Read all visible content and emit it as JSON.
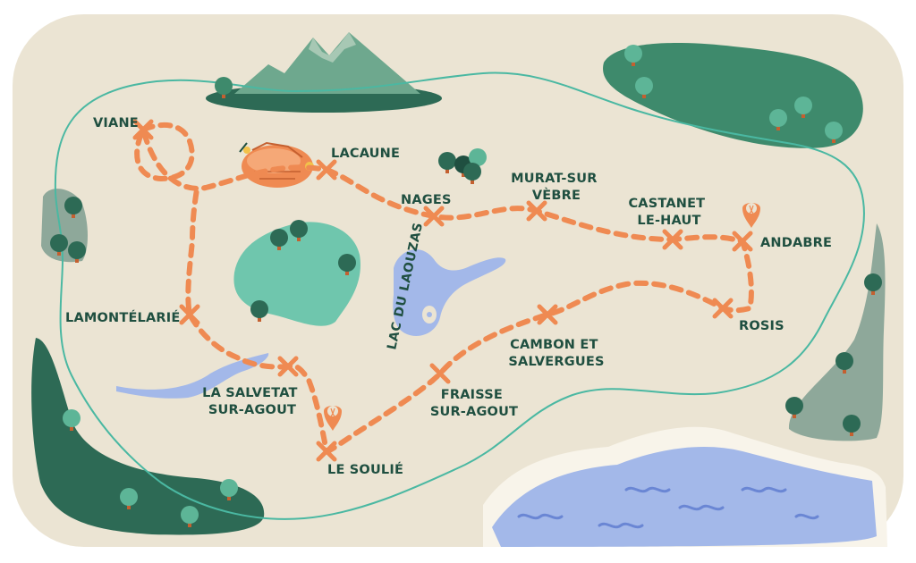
{
  "map": {
    "colors": {
      "background": "#ebe4d3",
      "route": "#ef8a52",
      "label": "#1f4f40",
      "water": "#a3b8e9",
      "pond": "#6fc6ad",
      "forest_dark": "#2d6a55",
      "forest_mid": "#3e8a6c",
      "hill_grey": "#8ea89a",
      "border_line": "#4ab8a2"
    },
    "icons": [
      "mountain-icon",
      "tree-icon",
      "hiker-icon",
      "cross-marker-icon",
      "landmark-building-icon"
    ],
    "places": [
      {
        "id": "viane",
        "line1": "VIANE",
        "line2": ""
      },
      {
        "id": "lacaune",
        "line1": "LACAUNE",
        "line2": ""
      },
      {
        "id": "nages",
        "line1": "NAGES",
        "line2": ""
      },
      {
        "id": "murat",
        "line1": "MURAT-SUR",
        "line2": "VÈBRE"
      },
      {
        "id": "castanet",
        "line1": "CASTANET",
        "line2": "LE-HAUT"
      },
      {
        "id": "andabre",
        "line1": "ANDABRE",
        "line2": ""
      },
      {
        "id": "rosis",
        "line1": "ROSIS",
        "line2": ""
      },
      {
        "id": "cambon",
        "line1": "CAMBON ET",
        "line2": "SALVERGUES"
      },
      {
        "id": "fraisse",
        "line1": "FRAISSE",
        "line2": "SUR-AGOUT"
      },
      {
        "id": "le_soulie",
        "line1": "LE SOULIÉ",
        "line2": ""
      },
      {
        "id": "la_salvetat",
        "line1": "LA SALVETAT",
        "line2": "SUR-AGOUT"
      },
      {
        "id": "lamontelarie",
        "line1": "LAMONTÉLARIÉ",
        "line2": ""
      }
    ],
    "lake_label": "LAC DU LAOUZAS"
  }
}
